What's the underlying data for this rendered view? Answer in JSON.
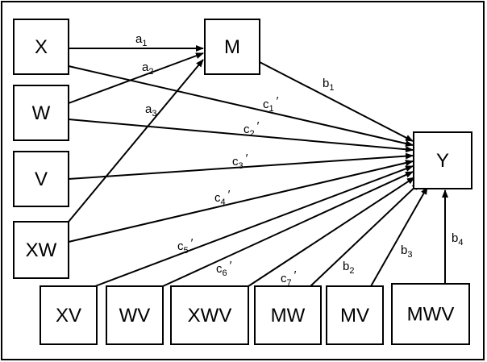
{
  "diagram": {
    "nodes": [
      {
        "id": "X",
        "label": "X"
      },
      {
        "id": "W",
        "label": "W"
      },
      {
        "id": "V",
        "label": "V"
      },
      {
        "id": "XW",
        "label": "XW"
      },
      {
        "id": "M",
        "label": "M"
      },
      {
        "id": "Y",
        "label": "Y"
      },
      {
        "id": "XV",
        "label": "XV"
      },
      {
        "id": "WV",
        "label": "WV"
      },
      {
        "id": "XWV",
        "label": "XWV"
      },
      {
        "id": "MW",
        "label": "MW"
      },
      {
        "id": "MV",
        "label": "MV"
      },
      {
        "id": "MWV",
        "label": "MWV"
      }
    ],
    "edges": [
      {
        "id": "a1",
        "from": "X",
        "to": "M",
        "base": "a",
        "sub": "1",
        "prime": false
      },
      {
        "id": "a2",
        "from": "W",
        "to": "M",
        "base": "a",
        "sub": "2",
        "prime": false
      },
      {
        "id": "a3",
        "from": "XW",
        "to": "M",
        "base": "a",
        "sub": "3",
        "prime": false
      },
      {
        "id": "b1",
        "from": "M",
        "to": "Y",
        "base": "b",
        "sub": "1",
        "prime": false
      },
      {
        "id": "c1p",
        "from": "X",
        "to": "Y",
        "base": "c",
        "sub": "1",
        "prime": true
      },
      {
        "id": "c2p",
        "from": "W",
        "to": "Y",
        "base": "c",
        "sub": "2",
        "prime": true
      },
      {
        "id": "c3p",
        "from": "V",
        "to": "Y",
        "base": "c",
        "sub": "3",
        "prime": true
      },
      {
        "id": "c4p",
        "from": "XW",
        "to": "Y",
        "base": "c",
        "sub": "4",
        "prime": true
      },
      {
        "id": "c5p",
        "from": "XV",
        "to": "Y",
        "base": "c",
        "sub": "5",
        "prime": true
      },
      {
        "id": "c6p",
        "from": "WV",
        "to": "Y",
        "base": "c",
        "sub": "6",
        "prime": true
      },
      {
        "id": "c7p",
        "from": "XWV",
        "to": "Y",
        "base": "c",
        "sub": "7",
        "prime": true
      },
      {
        "id": "b2",
        "from": "MW",
        "to": "Y",
        "base": "b",
        "sub": "2",
        "prime": false
      },
      {
        "id": "b3",
        "from": "MV",
        "to": "Y",
        "base": "b",
        "sub": "3",
        "prime": false
      },
      {
        "id": "b4",
        "from": "MWV",
        "to": "Y",
        "base": "b",
        "sub": "4",
        "prime": false
      }
    ],
    "prime_mark": "′"
  }
}
